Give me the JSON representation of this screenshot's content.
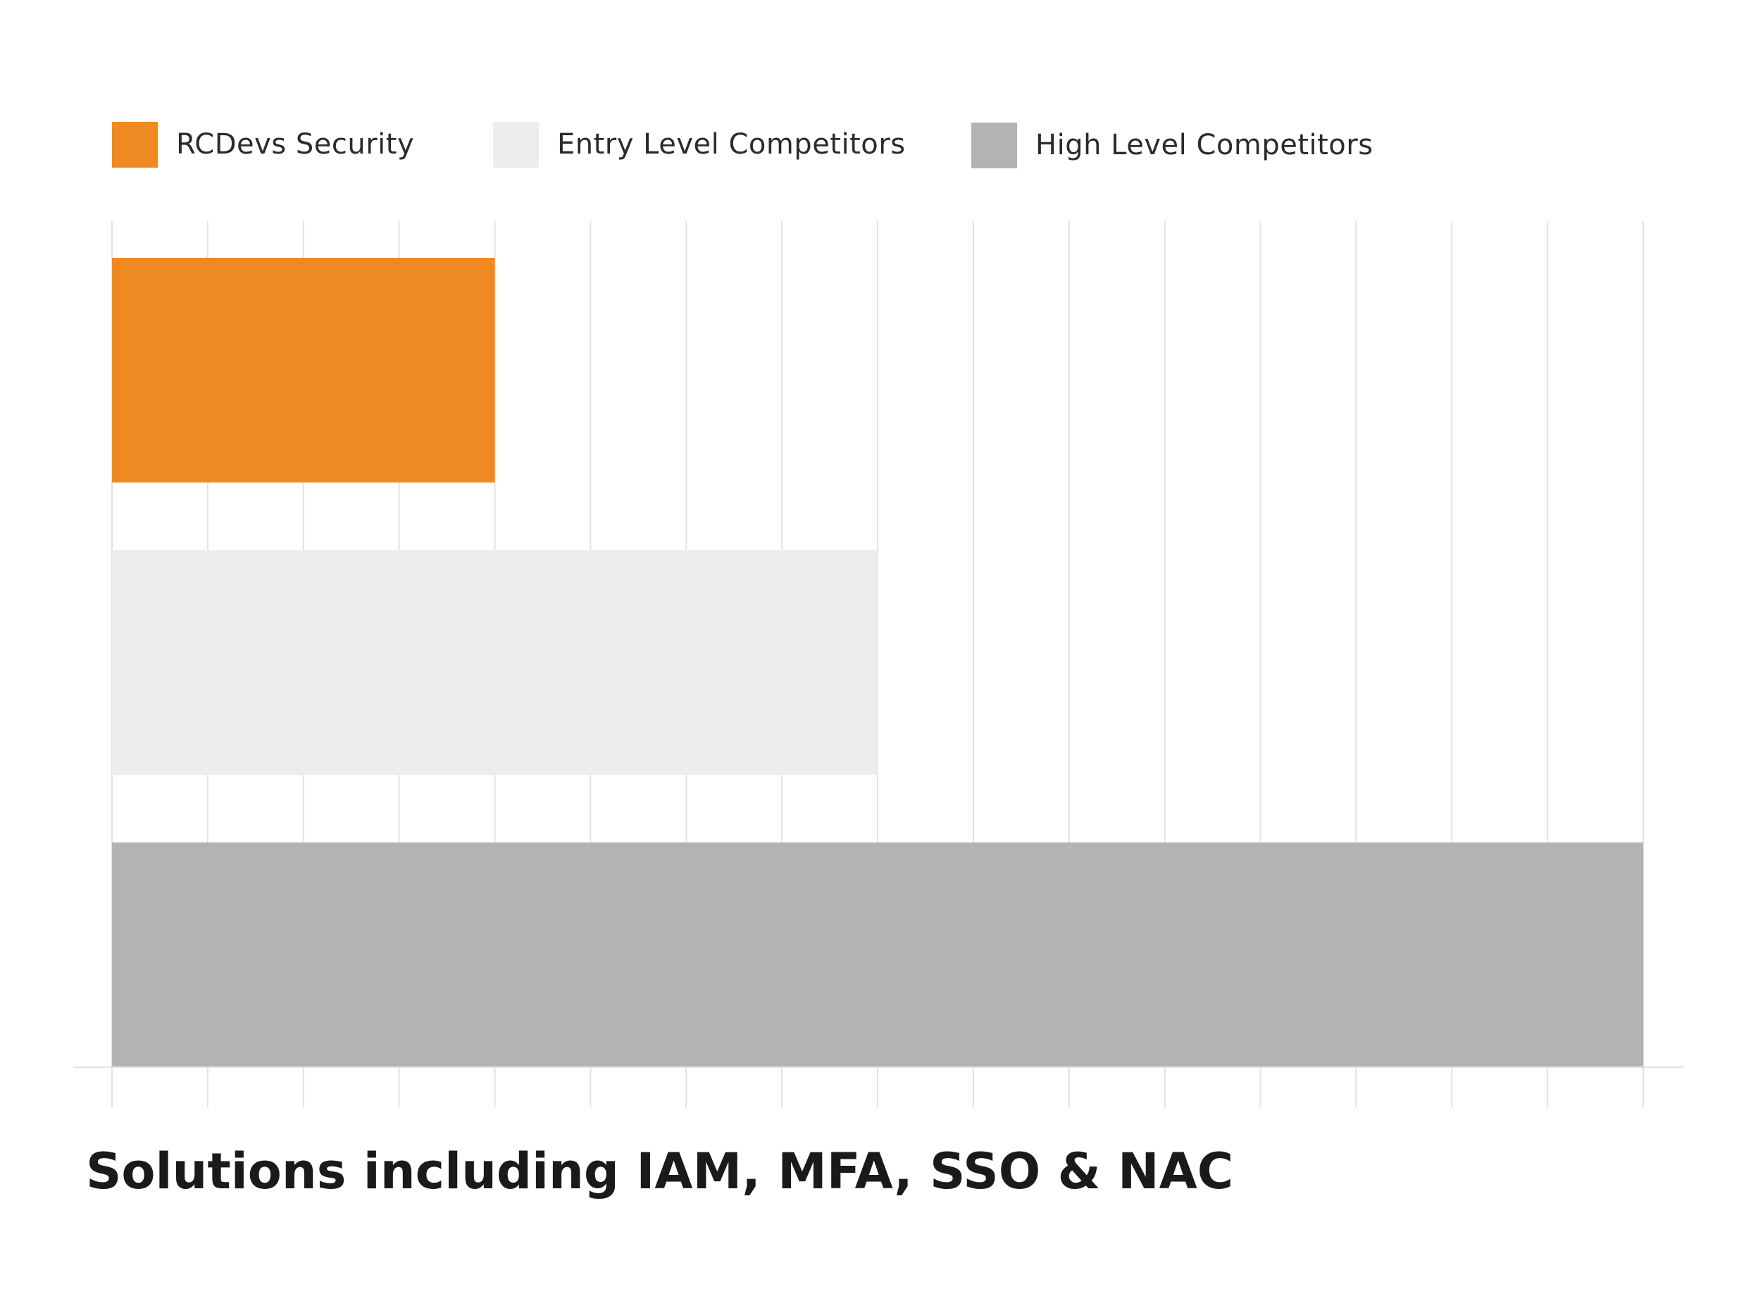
{
  "chart_data": {
    "type": "bar",
    "orientation": "horizontal",
    "title": "Solutions including IAM, MFA, SSO & NAC",
    "categories": [
      "RCDevs Security",
      "Entry Level Competitors",
      "High Level Competitors"
    ],
    "values": [
      4,
      8,
      16
    ],
    "xlim": [
      0,
      16
    ],
    "grid": true,
    "legend_position": "top-left",
    "series": [
      {
        "name": "RCDevs Security",
        "value": 4,
        "color": "#EF8A22"
      },
      {
        "name": "Entry Level Competitors",
        "value": 8,
        "color": "#EDEDED"
      },
      {
        "name": "High Level Competitors",
        "value": 16,
        "color": "#B3B3B3"
      }
    ],
    "gridline_color": "#E2E2E2"
  }
}
